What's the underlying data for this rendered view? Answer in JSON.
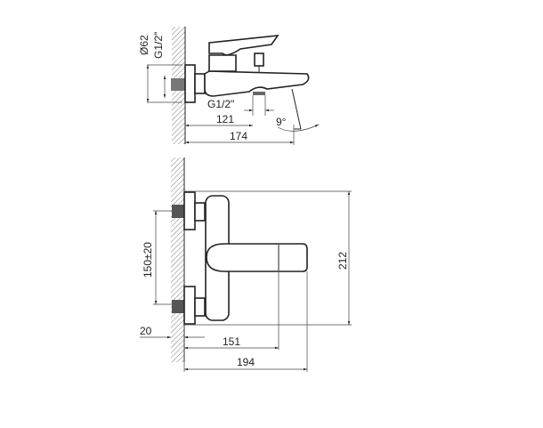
{
  "top_view": {
    "dim_escutcheon_diameter": "Ø62",
    "dim_inlet_thread": "G1/2\"",
    "dim_outlet_thread": "G1/2\"",
    "dim_outlet_distance": "121",
    "dim_spout_length": "174",
    "dim_spout_angle": "9°"
  },
  "front_view": {
    "dim_inlet_spacing": "150±20",
    "dim_height": "212",
    "dim_wall_offset": "20",
    "dim_handle_length": "151",
    "dim_total_depth": "194"
  }
}
